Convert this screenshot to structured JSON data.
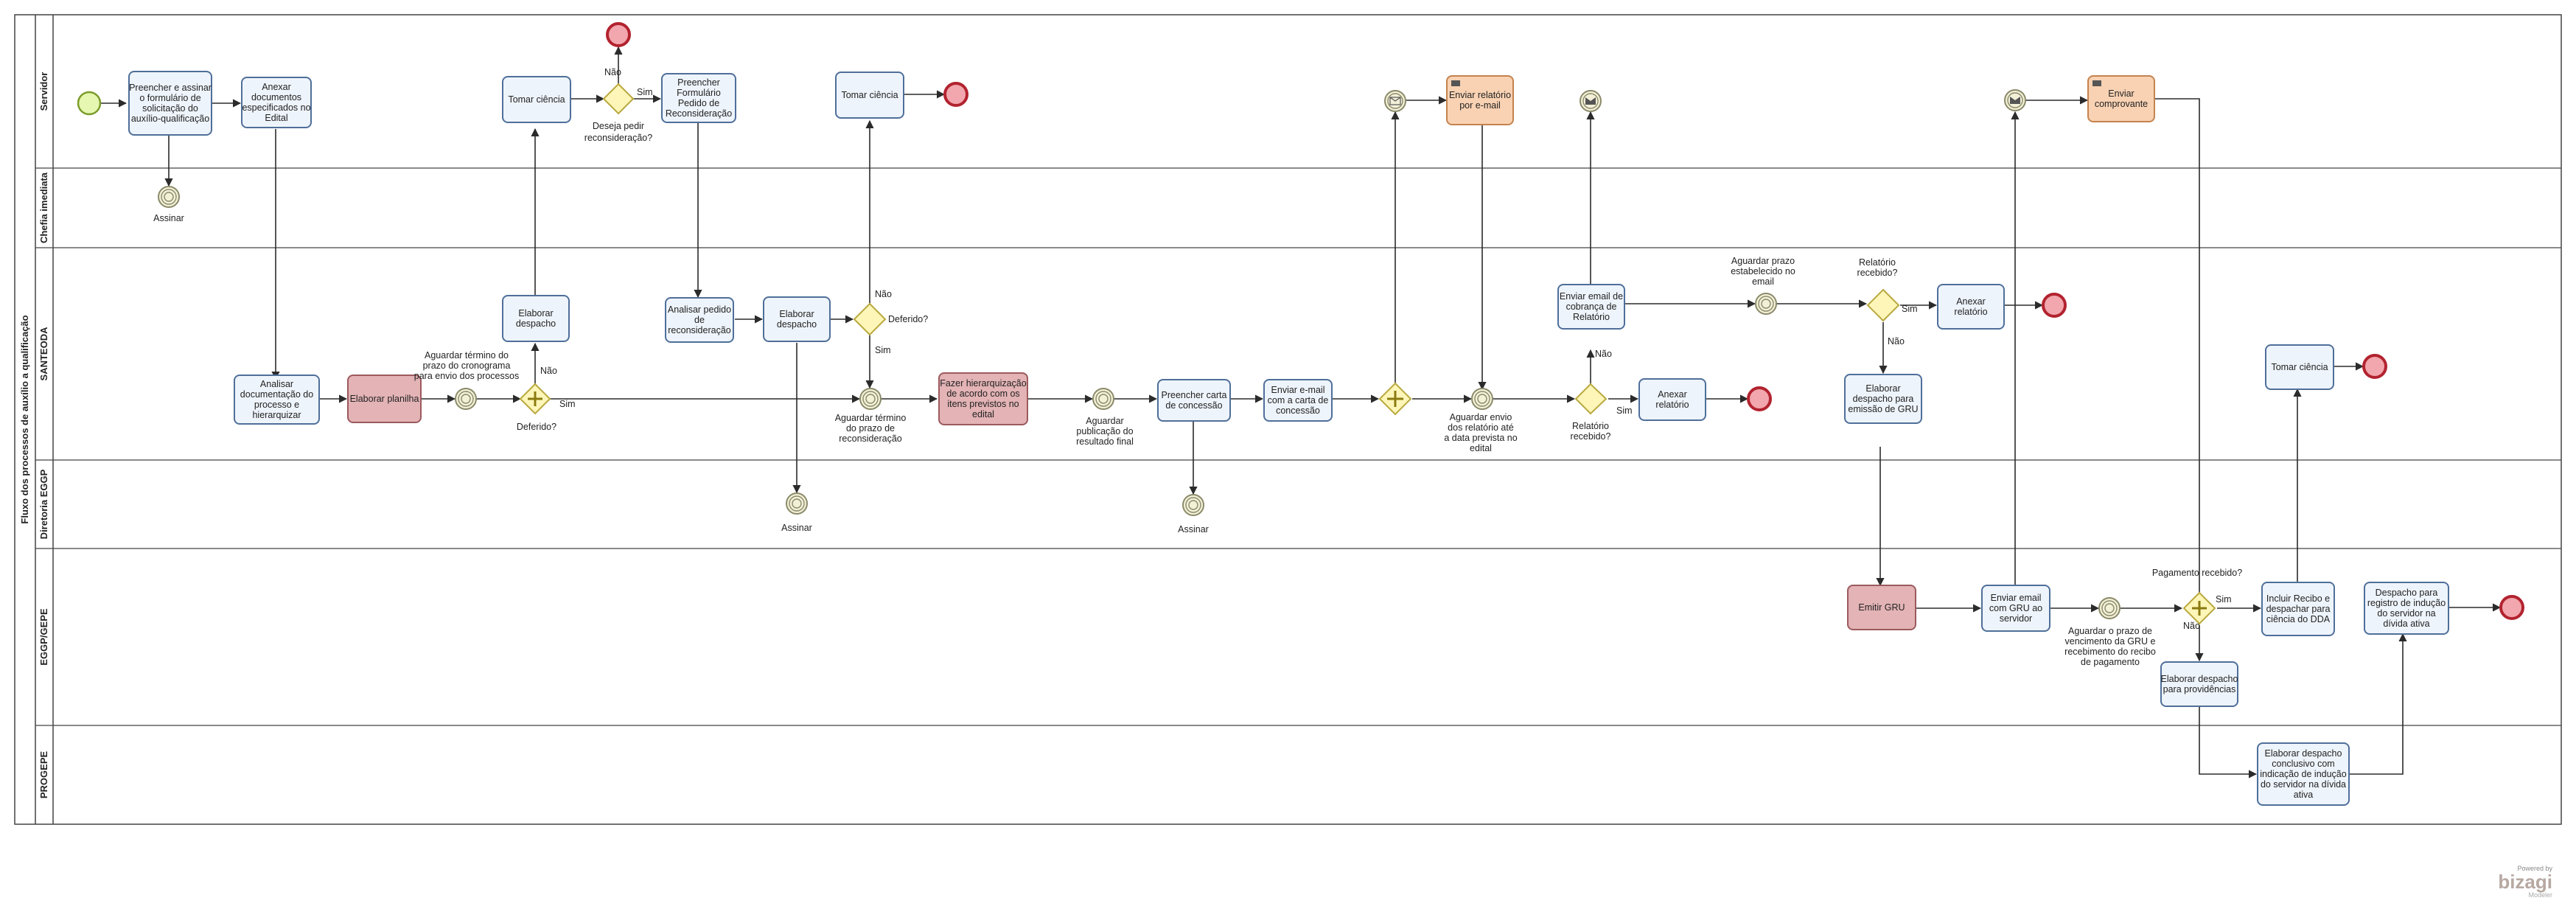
{
  "pool": {
    "title": "Fluxo dos processos de auxílio a qualificação"
  },
  "lanes": [
    "Servidor",
    "Chefia imediata",
    "SANTEODA",
    "Diretoria EGGP",
    "EGGP/GEPE",
    "PROGEPE"
  ],
  "tasks": [
    {
      "id": "t1",
      "lines": [
        "Preencher e assinar",
        "o formulário de",
        "solicitação do",
        "auxílio-qualificação"
      ],
      "style": "task"
    },
    {
      "id": "t2",
      "lines": [
        "Anexar",
        "documentos",
        "especificados no",
        "Edital"
      ],
      "style": "task"
    },
    {
      "id": "t3",
      "lines": [
        "Tomar ciência"
      ],
      "style": "task"
    },
    {
      "id": "t4",
      "lines": [
        "Preencher",
        "Formulário",
        "Pedido de",
        "Reconsideração"
      ],
      "style": "task"
    },
    {
      "id": "t5",
      "lines": [
        "Tomar ciência"
      ],
      "style": "task"
    },
    {
      "id": "t6",
      "lines": [
        "Enviar relatório",
        "por e-mail"
      ],
      "style": "task-orange"
    },
    {
      "id": "t7",
      "lines": [
        "Enviar",
        "comprovante"
      ],
      "style": "task-orange"
    },
    {
      "id": "t8",
      "lines": [
        "Elaborar",
        "despacho"
      ],
      "style": "task"
    },
    {
      "id": "t9",
      "lines": [
        "Analisar pedido",
        "de",
        "reconsideração"
      ],
      "style": "task"
    },
    {
      "id": "t10",
      "lines": [
        "Elaborar",
        "despacho"
      ],
      "style": "task"
    },
    {
      "id": "t11",
      "lines": [
        "Analisar",
        "documentação do",
        "processo e",
        "hierarquizar"
      ],
      "style": "task"
    },
    {
      "id": "t12",
      "lines": [
        "Elaborar planilha"
      ],
      "style": "task-red"
    },
    {
      "id": "t13",
      "lines": [
        "Fazer hierarquização",
        "de acordo com os",
        "itens previstos no",
        "edital"
      ],
      "style": "task-red"
    },
    {
      "id": "t14",
      "lines": [
        "Preencher carta",
        "de concessão"
      ],
      "style": "task"
    },
    {
      "id": "t15",
      "lines": [
        "Enviar e-mail",
        "com a carta de",
        "concessão"
      ],
      "style": "task"
    },
    {
      "id": "t16",
      "lines": [
        "Enviar email de",
        "cobrança de",
        "Relatório"
      ],
      "style": "task"
    },
    {
      "id": "t17",
      "lines": [
        "Anexar",
        "relatório"
      ],
      "style": "task"
    },
    {
      "id": "t18",
      "lines": [
        "Anexar",
        "relatório"
      ],
      "style": "task"
    },
    {
      "id": "t19",
      "lines": [
        "Elaborar",
        "despacho para",
        "emissão de GRU"
      ],
      "style": "task"
    },
    {
      "id": "t20",
      "lines": [
        "Tomar ciência"
      ],
      "style": "task"
    },
    {
      "id": "t21",
      "lines": [
        "Emitir GRU"
      ],
      "style": "task-red"
    },
    {
      "id": "t22",
      "lines": [
        "Enviar email",
        "com GRU ao",
        "servidor"
      ],
      "style": "task"
    },
    {
      "id": "t23",
      "lines": [
        "Incluir Recibo e",
        "despachar para",
        "ciência do DDA"
      ],
      "style": "task"
    },
    {
      "id": "t24",
      "lines": [
        "Despacho para",
        "registro de indução",
        "do servidor na",
        "dívida ativa"
      ],
      "style": "task"
    },
    {
      "id": "t25",
      "lines": [
        "Elaborar despacho",
        "para providências"
      ],
      "style": "task"
    },
    {
      "id": "t26",
      "lines": [
        "Elaborar despacho",
        "conclusivo com",
        "indicação de indução",
        "do servidor na dívida",
        "ativa"
      ],
      "style": "task"
    }
  ],
  "labels": {
    "assinar_1": "Assinar",
    "assinar_2": "Assinar",
    "assinar_3": "Assinar",
    "nao_1": "Não",
    "sim_1": "Sim",
    "deseja_1": "Deseja pedir",
    "deseja_2": "reconsideração?",
    "aguardar_crono_1": "Aguardar término do",
    "aguardar_crono_2": "prazo do cronograma",
    "aguardar_crono_3": "para envio dos processos",
    "nao_2": "Não",
    "sim_2": "Sim",
    "deferido_1": "Deferido?",
    "nao_3": "Não",
    "deferido_2": "Deferido?",
    "sim_3": "Sim",
    "aguardar_recons_1": "Aguardar término",
    "aguardar_recons_2": "do prazo de",
    "aguardar_recons_3": "reconsideração",
    "aguardar_pub_1": "Aguardar",
    "aguardar_pub_2": "publicação do",
    "aguardar_pub_3": "resultado final",
    "aguardar_envio_1": "Aguardar envio",
    "aguardar_envio_2": "dos relatório até",
    "aguardar_envio_3": "a data prevista no",
    "aguardar_envio_4": "edital",
    "nao_4": "Não",
    "sim_4": "Sim",
    "relatorio_rec_1a": "Relatório",
    "relatorio_rec_1b": "recebido?",
    "aguardar_prazo_1": "Aguardar prazo",
    "aguardar_prazo_2": "estabelecido  no",
    "aguardar_prazo_3": "email",
    "relatorio_rec_2a": "Relatório",
    "relatorio_rec_2b": "recebido?",
    "sim_5": "Sim",
    "nao_5": "Não",
    "aguardar_gru_1": "Aguardar o prazo de",
    "aguardar_gru_2": "vencimento da GRU e",
    "aguardar_gru_3": "recebimento do recibo",
    "aguardar_gru_4": "de pagamento",
    "pagamento": "Pagamento recebido?",
    "sim_6": "Sim",
    "nao_6": "Não"
  },
  "branding": {
    "powered": "Powered by",
    "name": "bizagi",
    "product": "Modeler"
  },
  "colors": {
    "task": "#eef4fb",
    "task_red": "#e3b3b5",
    "task_orange": "#f9d2b3",
    "gateway": "#fdf6b8",
    "start": "#e5f7b0",
    "end": "#f2a6ad"
  }
}
